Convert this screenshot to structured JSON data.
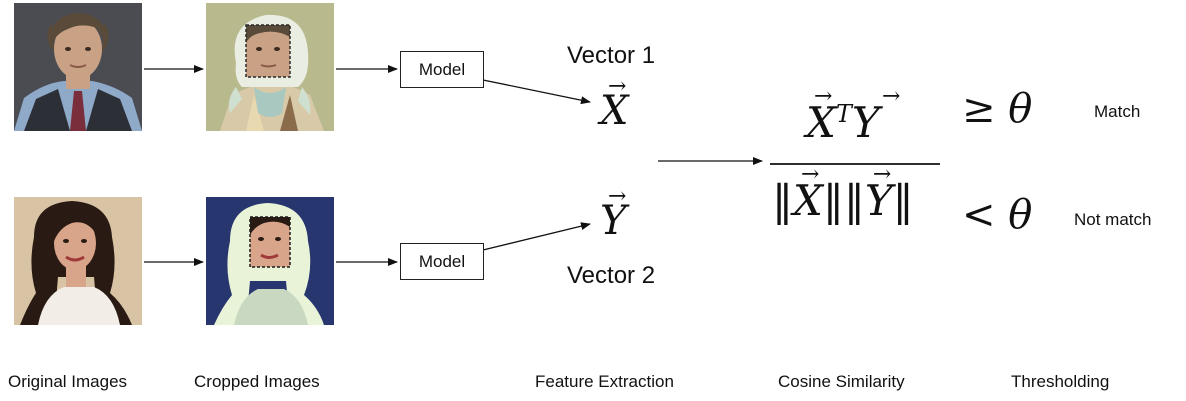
{
  "nodes": {
    "original_image_1": "portrait-man-photo",
    "original_image_2": "portrait-woman-photo",
    "cropped_image_1": "cropped-face-man-photo",
    "cropped_image_2": "cropped-face-woman-photo",
    "model_1": "Model",
    "model_2": "Model",
    "vector_1_label": "Vector 1",
    "vector_2_label": "Vector 2",
    "vector_x": "X",
    "vector_y": "Y",
    "formula_numerator_x": "X",
    "formula_numerator_t": "T",
    "formula_numerator_y": "Y",
    "formula_denominator_x": "X",
    "formula_denominator_y": "Y",
    "threshold_ge": "≥ θ",
    "threshold_lt": "< θ",
    "result_match": "Match",
    "result_not_match": "Not match"
  },
  "stages": [
    "Original Images",
    "Cropped Images",
    "Feature Extraction",
    "Cosine Similarity",
    "Thresholding"
  ],
  "colors": {
    "arrow": "#111111",
    "man_bg": "#4a4c52",
    "man_shirt": "#8fa9c9",
    "man_vest": "#2d2f36",
    "man_skin": "#c9a184",
    "man_hair": "#5a4a3a",
    "crop1_bg": "#b9b98e",
    "crop1_hair": "#e9ede2",
    "crop1_body": "#d8c9a8",
    "woman_bg": "#d9c3a5",
    "woman_hair": "#2a1a14",
    "woman_shirt": "#f2ede6",
    "crop2_bg": "#28366f",
    "crop2_hair": "#e8f3d8",
    "crop2_body": "#c9d8c0"
  }
}
